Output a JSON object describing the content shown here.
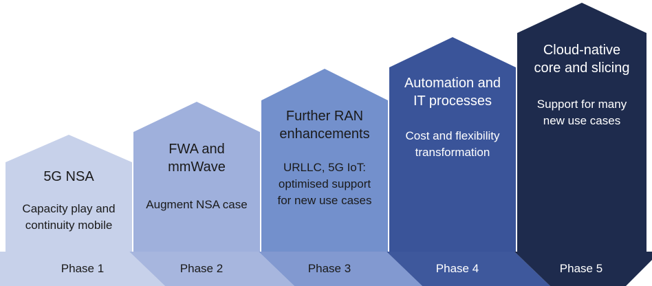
{
  "colors": {
    "phase1": "#c7d1ea",
    "phase2": "#9fb0dc",
    "phase3": "#7390cc",
    "phase4": "#3a5499",
    "phase5": "#1e2b4d",
    "ribbon1": "#c7d1ea",
    "ribbon2": "#a7b6de",
    "ribbon3": "#8299d0",
    "ribbon4": "#3e589c",
    "ribbon5": "#1e2b4d"
  },
  "phases": [
    {
      "title_lines": [
        "5G NSA"
      ],
      "desc_lines": [
        "Capacity play and",
        "continuity mobile"
      ],
      "phase_label": "Phase 1"
    },
    {
      "title_lines": [
        "FWA and",
        "mmWave"
      ],
      "desc_lines": [
        "Augment NSA case"
      ],
      "phase_label": "Phase 2"
    },
    {
      "title_lines": [
        "Further RAN",
        "enhancements"
      ],
      "desc_lines": [
        "URLLC, 5G IoT:",
        "optimised support",
        "for new use cases"
      ],
      "phase_label": "Phase 3"
    },
    {
      "title_lines": [
        "Automation and",
        "IT processes"
      ],
      "desc_lines": [
        "Cost and flexibility",
        "transformation"
      ],
      "phase_label": "Phase 4"
    },
    {
      "title_lines": [
        "Cloud-native",
        "core and slicing"
      ],
      "desc_lines": [
        "Support for many",
        "new use cases"
      ],
      "phase_label": "Phase 5"
    }
  ]
}
